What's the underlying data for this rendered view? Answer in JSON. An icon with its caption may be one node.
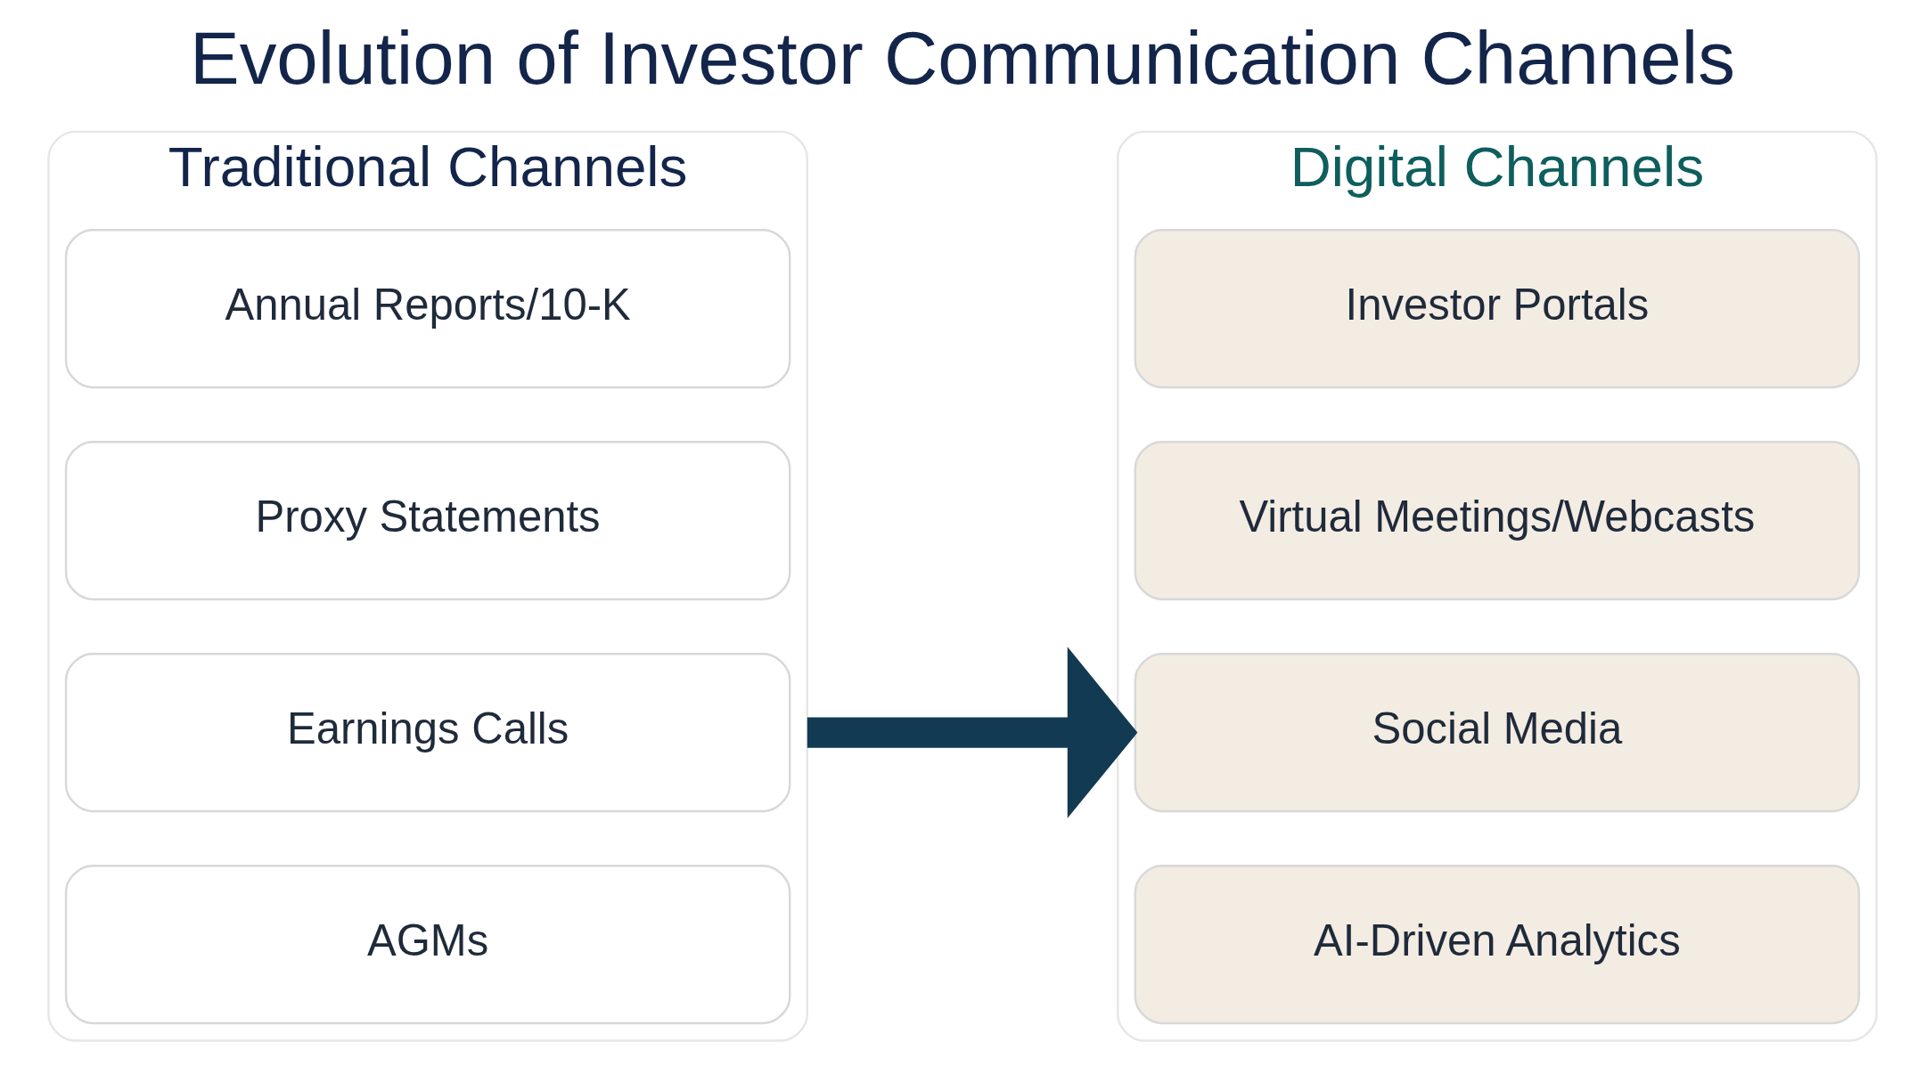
{
  "diagram": {
    "title": "Evolution of Investor Communication Channels",
    "nodes": [
      {
        "text": [
          "Traditional Channels"
        ]
      },
      {
        "text": [
          "Annual Reports/10-K"
        ],
        "in": 0
      },
      {
        "text": [
          "Proxy Statements"
        ],
        "in": 0
      },
      {
        "text": [
          "Earnings Calls"
        ],
        "in": 0
      },
      {
        "text": [
          "AGMs"
        ],
        "in": 0
      },
      {
        "text": [
          "Digital Channels"
        ]
      },
      {
        "text": [
          "Investor Portals"
        ],
        "in": 5
      },
      {
        "text": [
          "Virtual Meetings/Webcasts"
        ],
        "in": 5
      },
      {
        "text": [
          "Social Media"
        ],
        "in": 5
      },
      {
        "text": [
          "AI-Driven Analytics"
        ],
        "in": 5
      }
    ],
    "edges": [
      {
        "from": 0,
        "to": 5,
        "arrow": "to"
      }
    ]
  }
}
